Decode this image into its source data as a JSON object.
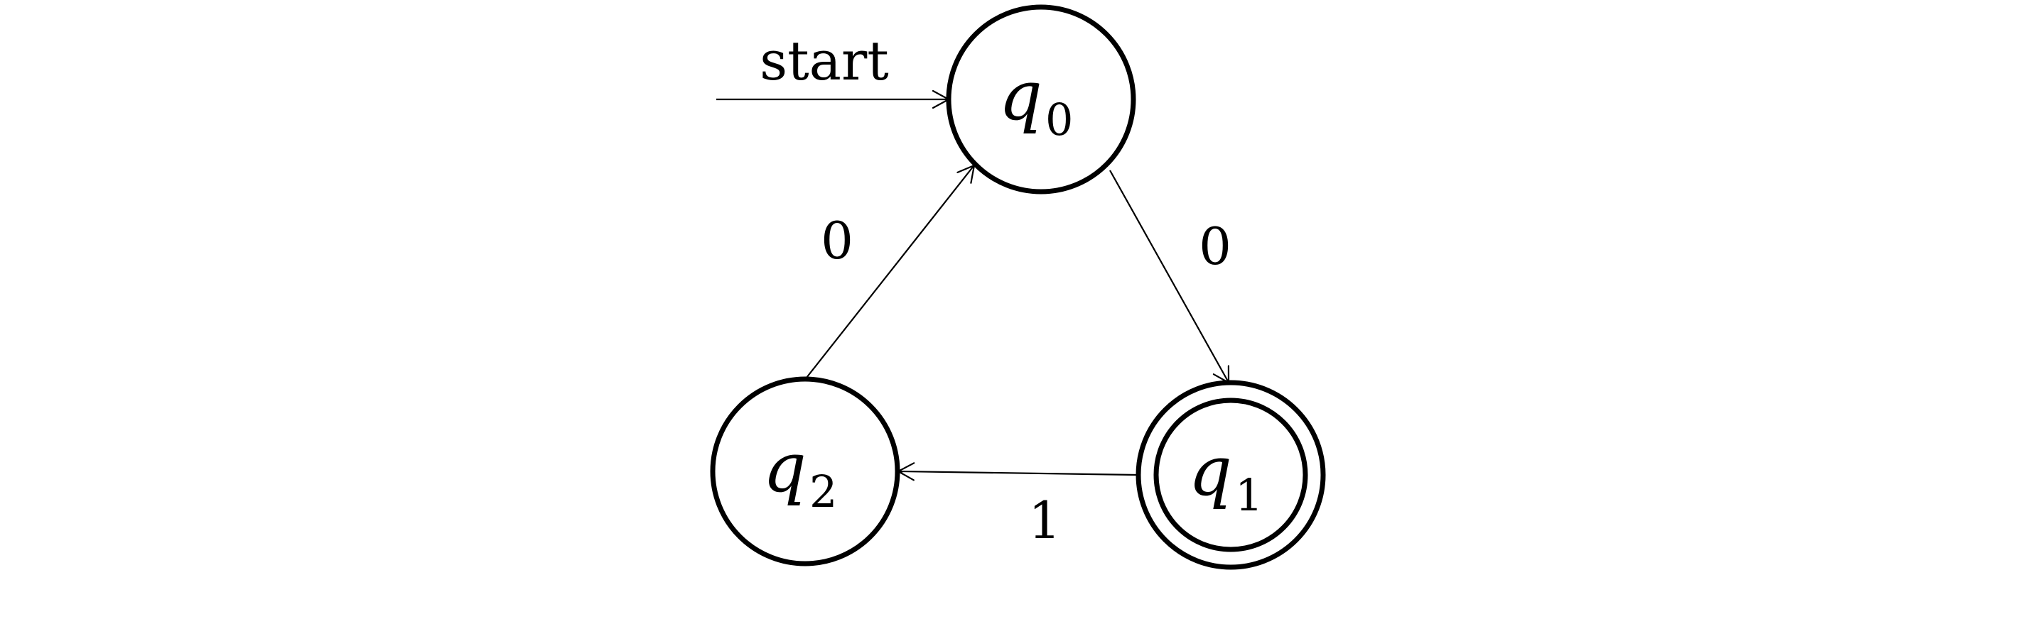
{
  "automaton": {
    "start_label": "start",
    "states": [
      {
        "id": "q0",
        "letter": "q",
        "subscript": "0",
        "accepting": false,
        "start": true
      },
      {
        "id": "q1",
        "letter": "q",
        "subscript": "1",
        "accepting": true,
        "start": false
      },
      {
        "id": "q2",
        "letter": "q",
        "subscript": "2",
        "accepting": false,
        "start": false
      }
    ],
    "transitions": [
      {
        "from": "q0",
        "to": "q1",
        "label": "0"
      },
      {
        "from": "q1",
        "to": "q2",
        "label": "1"
      },
      {
        "from": "q2",
        "to": "q0",
        "label": "0"
      }
    ]
  },
  "colors": {
    "stroke": "#000000",
    "background": "#ffffff"
  }
}
